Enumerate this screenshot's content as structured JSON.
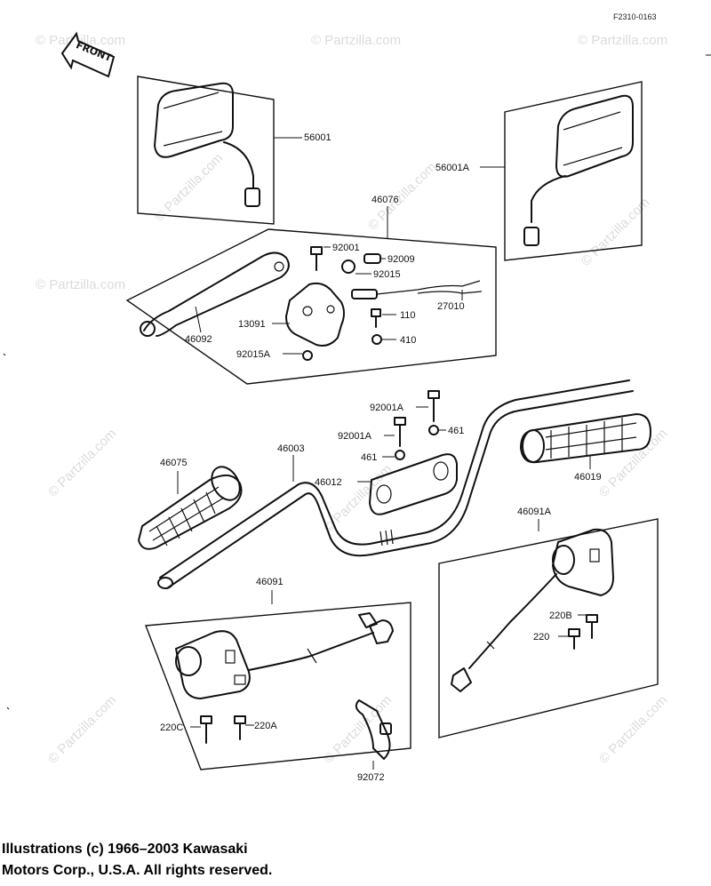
{
  "ref_code": "F2310-0163",
  "front_label": "FRONT",
  "watermark": "© Partzilla.com",
  "copyright": {
    "line1": "Illustrations (c) 1966–2003 Kawasaki",
    "line2": "Motors Corp., U.S.A.  All rights reserved."
  },
  "parts": {
    "p56001": "56001",
    "p56001A": "56001A",
    "p46076": "46076",
    "p92001": "92001",
    "p92009": "92009",
    "p92015": "92015",
    "p27010": "27010",
    "p13091": "13091",
    "p110": "110",
    "p410": "410",
    "p46092": "46092",
    "p92015A": "92015A",
    "p92001A_top": "92001A",
    "p461_top": "461",
    "p92001A_mid": "92001A",
    "p461_mid": "461",
    "p46003": "46003",
    "p46075": "46075",
    "p46012": "46012",
    "p46019": "46019",
    "p46091A": "46091A",
    "p220B": "220B",
    "p220": "220",
    "p46091": "46091",
    "p220C": "220C",
    "p220A": "220A",
    "p92072": "92072"
  }
}
